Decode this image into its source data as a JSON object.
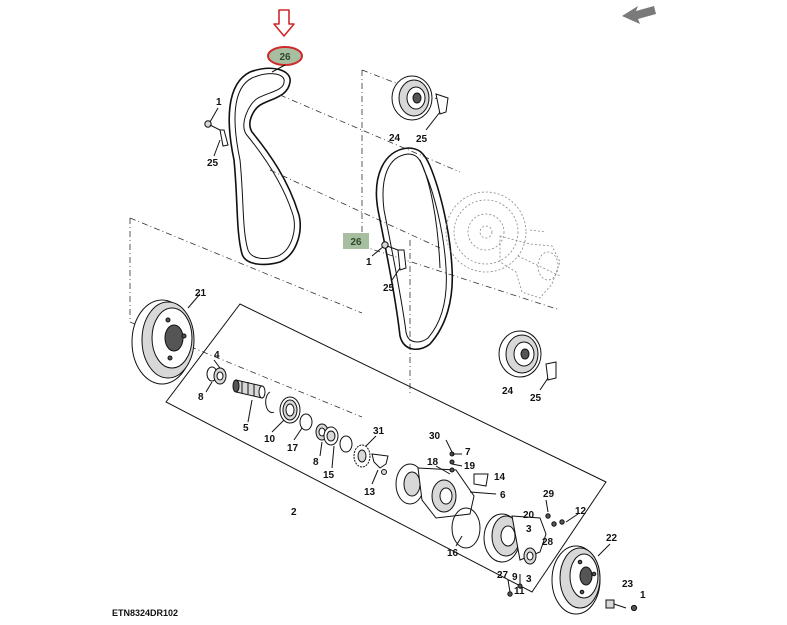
{
  "diagram_code": "ETN8324DR102",
  "colors": {
    "highlight_ring": "#d0282b",
    "highlight_arrow": "#d0282b",
    "tag_fill": "#a7bfa0",
    "tag_text": "#2d4a2c",
    "nav_arrow": "#7a7a7a"
  },
  "icons": {
    "nav": "back-arrow-icon",
    "pointer": "down-arrow-icon"
  },
  "highlight": {
    "label": "26"
  },
  "tag": {
    "label": "26"
  },
  "callouts": {
    "c1a": "1",
    "c25a": "25",
    "c24a": "24",
    "c25b": "25",
    "c1b": "1",
    "c25c": "25",
    "c24b": "24",
    "c25d": "25",
    "c21": "21",
    "c4": "4",
    "c8a": "8",
    "c5": "5",
    "c10": "10",
    "c17": "17",
    "c8b": "8",
    "c15": "15",
    "c31": "31",
    "c13": "13",
    "c30": "30",
    "c7": "7",
    "c19": "19",
    "c18": "18",
    "c14": "14",
    "c6": "6",
    "c16": "16",
    "c2": "2",
    "c29": "29",
    "c12": "12",
    "c20": "20",
    "c3a": "3",
    "c28": "28",
    "c27": "27",
    "c9": "9",
    "c11": "11",
    "c3b": "3",
    "c22": "22",
    "c23": "23",
    "c1c": "1"
  }
}
